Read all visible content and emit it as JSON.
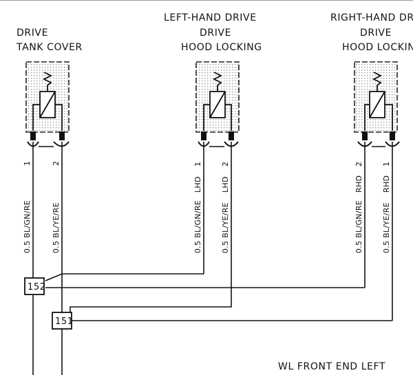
{
  "components": [
    {
      "id": "tank",
      "header": "",
      "line1": "DRIVE",
      "line2": "TANK COVER",
      "pins": [
        {
          "pin": "1",
          "wire": "0.5 BL/GN/RE",
          "variant": ""
        },
        {
          "pin": "2",
          "wire": "0.5 BL/YE/RE",
          "variant": ""
        }
      ]
    },
    {
      "id": "lhd",
      "header": "LEFT-HAND DRIVE",
      "line1": "DRIVE",
      "line2": "HOOD LOCKING",
      "pins": [
        {
          "pin": "1",
          "wire": "0.5 BL/GN/RE",
          "variant": "LHD"
        },
        {
          "pin": "2",
          "wire": "0.5 BL/YE/RE",
          "variant": "LHD"
        }
      ]
    },
    {
      "id": "rhd",
      "header": "RIGHT-HAND DRI",
      "line1": "DRIVE",
      "line2": "HOOD LOCKING",
      "pins": [
        {
          "pin": "2",
          "wire": "0.5 BL/GN/RE",
          "variant": "RHD"
        },
        {
          "pin": "1",
          "wire": "0.5 BL/YE/RE",
          "variant": "RHD"
        }
      ]
    }
  ],
  "splices": [
    "152",
    "151"
  ],
  "location_label": "WL FRONT END LEFT"
}
